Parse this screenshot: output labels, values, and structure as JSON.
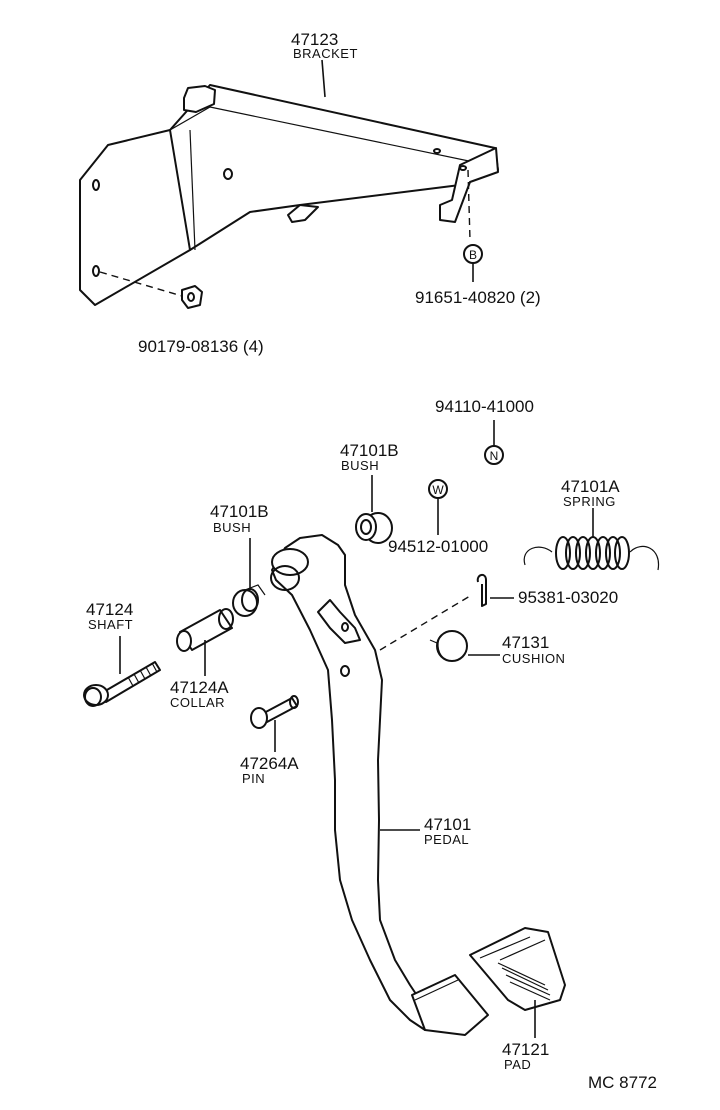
{
  "callouts": {
    "bracket": {
      "number": "47123",
      "name": "BRACKET"
    },
    "bolt_b": {
      "number": "91651-40820 (2)",
      "symbol": "B"
    },
    "nut": {
      "number": "90179-08136 (4)"
    },
    "nut_n": {
      "number": "94110-41000",
      "symbol": "N"
    },
    "bush_upper": {
      "number": "47101B",
      "name": "BUSH"
    },
    "washer_w": {
      "number": "94512-01000",
      "symbol": "W"
    },
    "spring": {
      "number": "47101A",
      "name": "SPRING"
    },
    "bush_lower": {
      "number": "47101B",
      "name": "BUSH"
    },
    "cotter_pin": {
      "number": "95381-03020"
    },
    "shaft": {
      "number": "47124",
      "name": "SHAFT"
    },
    "cushion": {
      "number": "47131",
      "name": "CUSHION"
    },
    "collar": {
      "number": "47124A",
      "name": "COLLAR"
    },
    "pin": {
      "number": "47264A",
      "name": "PIN"
    },
    "pedal": {
      "number": "47101",
      "name": "PEDAL"
    },
    "pad": {
      "number": "47121",
      "name": "PAD"
    }
  },
  "drawing_code": "MC  8772"
}
